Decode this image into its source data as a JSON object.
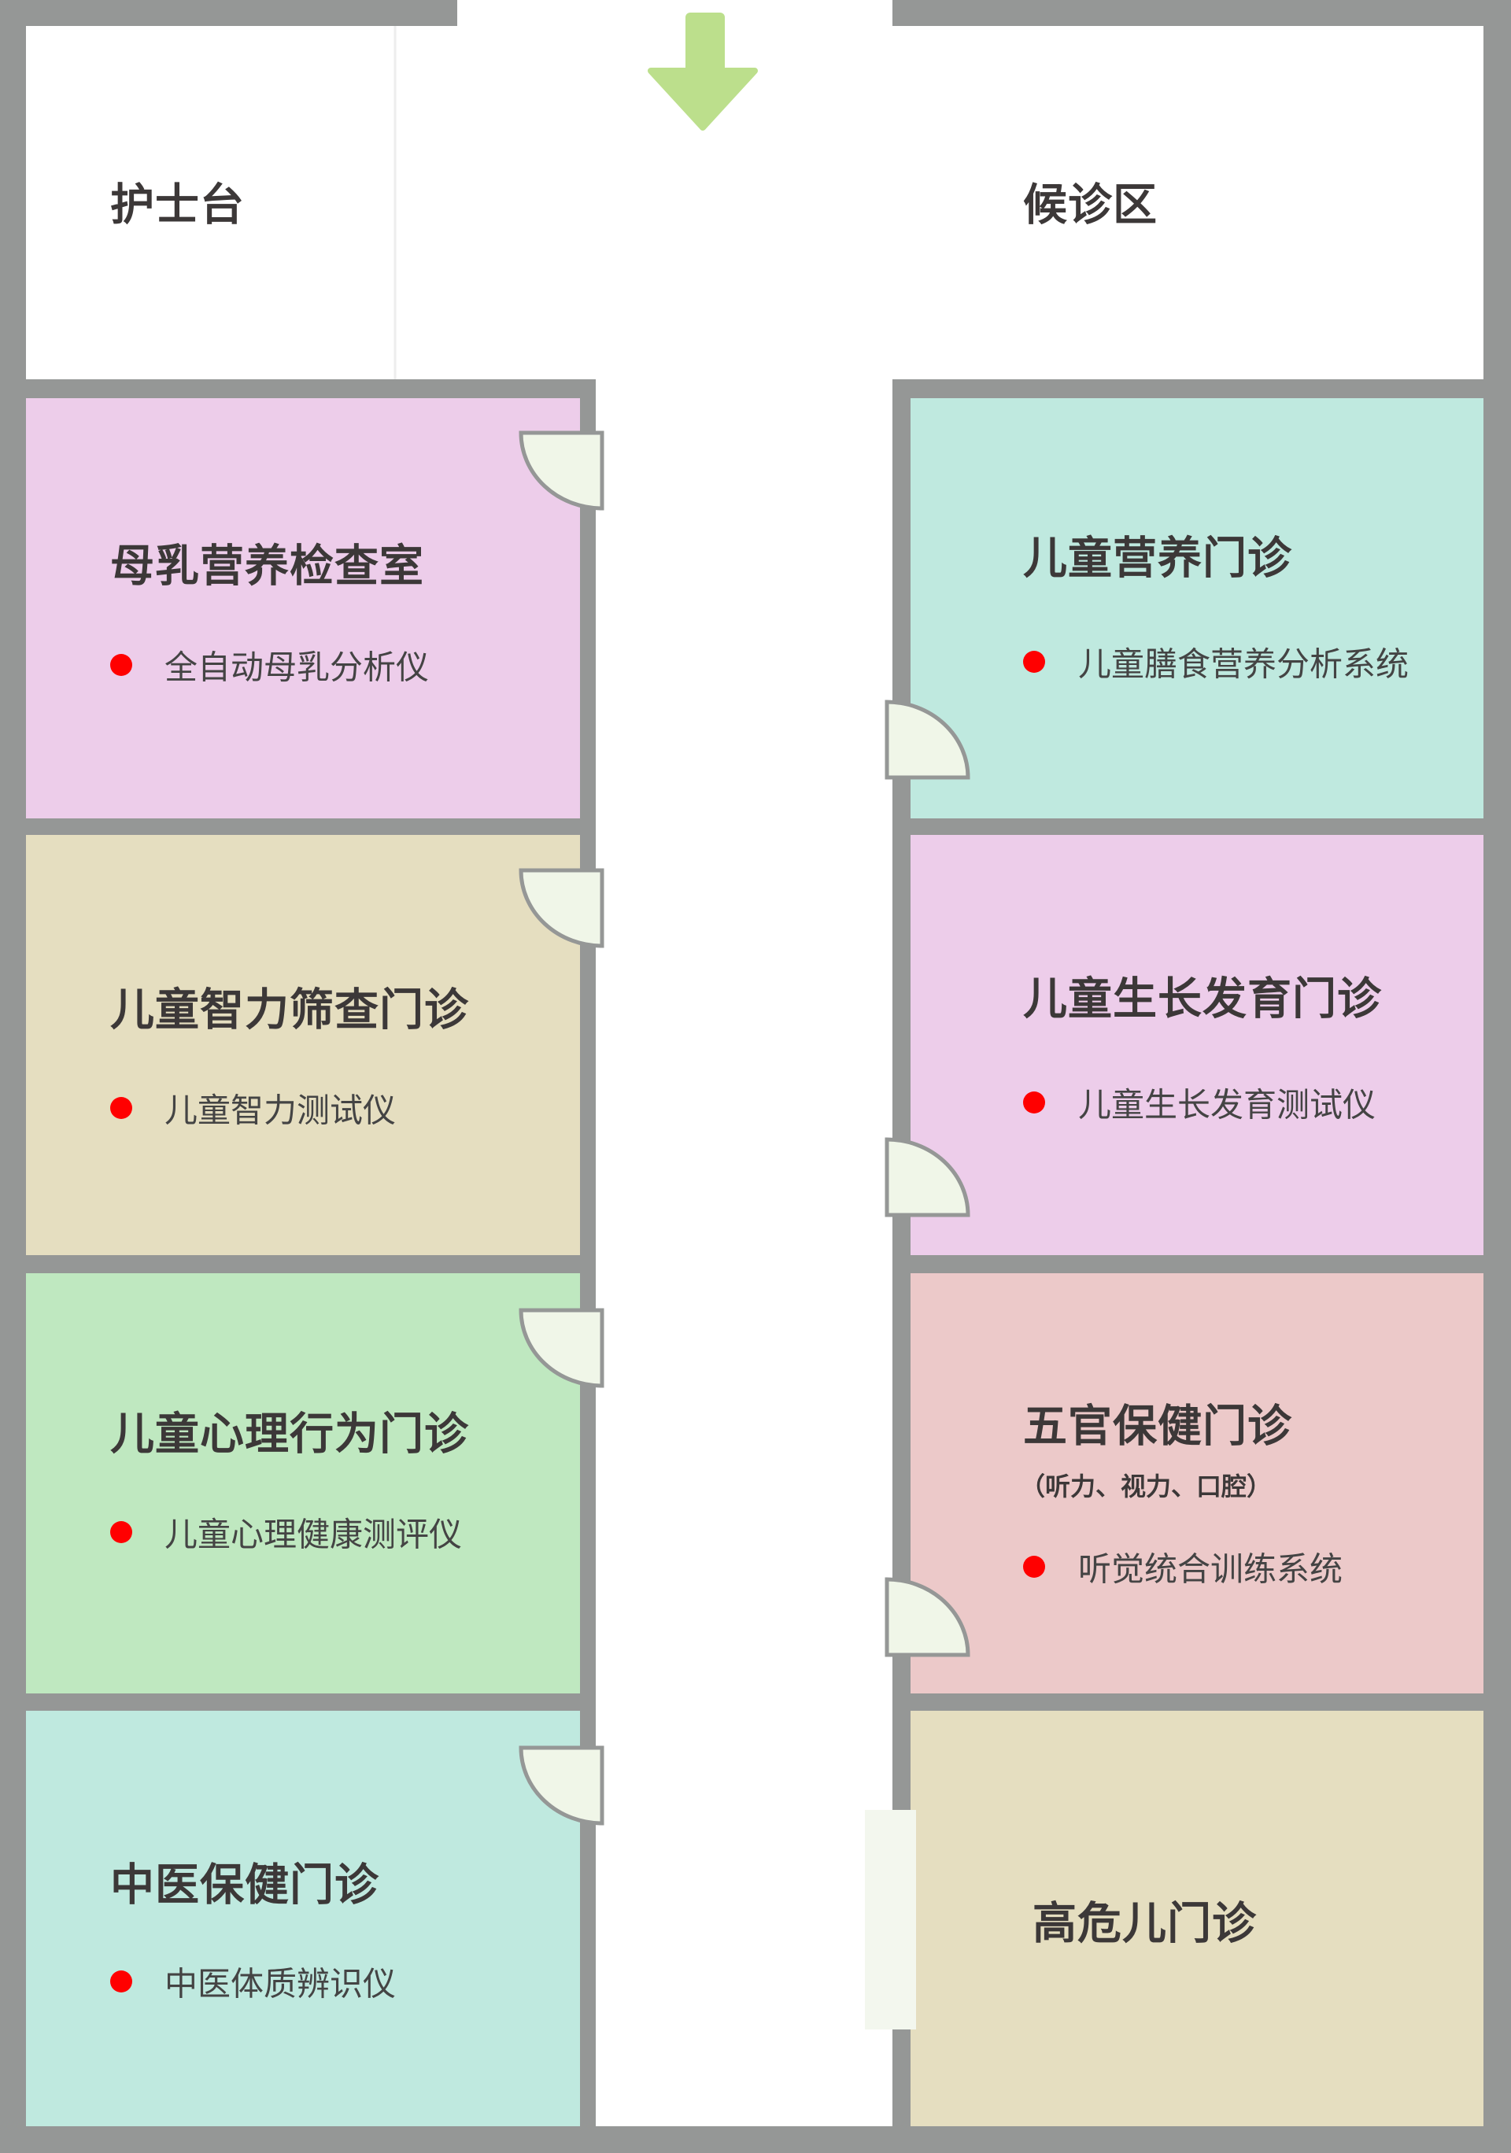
{
  "colors": {
    "wall": "#959796",
    "door": "#f0f6e8",
    "bullet": "#ff0000",
    "arrow": "#bcdf8c"
  },
  "top": {
    "nurse_station": "护士台",
    "waiting_area": "候诊区",
    "entrance_arrow_icon": "arrow-down"
  },
  "left_rooms": [
    {
      "name": "母乳营养检查室",
      "item": "全自动母乳分析仪",
      "color": "#edcdea"
    },
    {
      "name": "儿童智力筛查门诊",
      "item": "儿童智力测试仪",
      "color": "#e5dec0"
    },
    {
      "name": "儿童心理行为门诊",
      "item": "儿童心理健康测评仪",
      "color": "#bfe8c0"
    },
    {
      "name": "中医保健门诊",
      "item": "中医体质辨识仪",
      "color": "#bfe9df"
    }
  ],
  "right_rooms": [
    {
      "name": "儿童营养门诊",
      "item": "儿童膳食营养分析系统",
      "color": "#bfe9df"
    },
    {
      "name": "儿童生长发育门诊",
      "item": "儿童生长发育测试仪",
      "color": "#edcdea"
    },
    {
      "name": "五官保健门诊",
      "subtitle": "（听力、视力、口腔）",
      "item": "听觉统合训练系统",
      "color": "#ecc9c9"
    },
    {
      "name": "高危儿门诊",
      "color": "#e5dec0"
    }
  ]
}
